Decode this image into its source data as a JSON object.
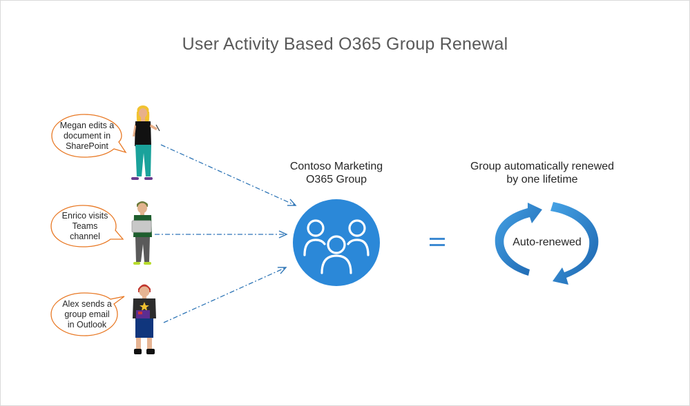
{
  "title": "User Activity Based O365 Group Renewal",
  "group": {
    "label_line1": "Contoso Marketing",
    "label_line2": "O365 Group",
    "icon": "people-group-icon"
  },
  "renewal": {
    "label_line1": "Group automatically renewed",
    "label_line2": "by one lifetime",
    "cycle_text": "Auto-renewed",
    "icon": "circular-arrows-icon"
  },
  "equals_sign": "=",
  "users": [
    {
      "bubble_lines": [
        "Megan edits a",
        "document in",
        "SharePoint"
      ],
      "icon": "person-megan-icon"
    },
    {
      "bubble_lines": [
        "Enrico visits",
        "Teams",
        "channel"
      ],
      "icon": "person-enrico-icon"
    },
    {
      "bubble_lines": [
        "Alex sends a",
        "group email",
        "in Outlook"
      ],
      "icon": "person-alex-icon"
    }
  ],
  "colors": {
    "bubble_border": "#e87722",
    "group_circle": "#2b88d8",
    "arrow": "#2e75b6",
    "cycle_arrow": "#2e86d1",
    "title": "#595959"
  }
}
